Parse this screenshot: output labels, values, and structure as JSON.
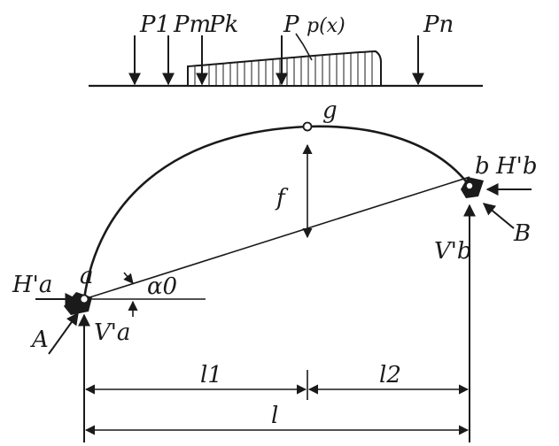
{
  "loads": {
    "p1": "P1",
    "pm": "Pm",
    "pk": "Pk",
    "p": "P",
    "px": "p(x)",
    "pn": "Pn"
  },
  "points": {
    "a": "a",
    "g": "g",
    "b": "b"
  },
  "reactions": {
    "ha": "H'a",
    "hb": "H'b",
    "va": "V'a",
    "vb": "V'b",
    "A": "A",
    "B": "B"
  },
  "dims": {
    "f": "f",
    "alpha": "α0",
    "l1": "l1",
    "l2": "l2",
    "l": "l"
  },
  "colors": {
    "ink": "#1a1a1a",
    "paper": "#ffffff"
  }
}
